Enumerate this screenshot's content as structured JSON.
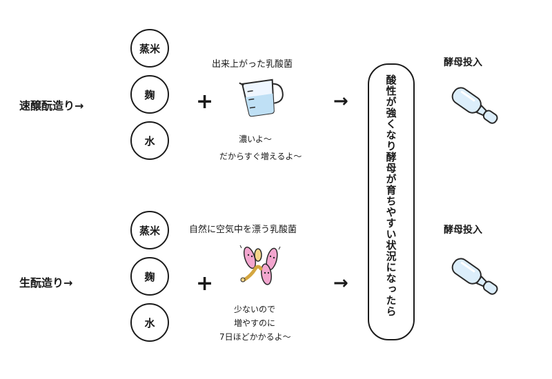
{
  "top_row": {
    "method_label": "速醸酛造り→",
    "ingredients": [
      "蒸米",
      "麹",
      "水"
    ],
    "plus": "+",
    "lactic_caption": "出来上がった乳酸菌",
    "note_line1": "濃いよ〜",
    "note_line2": "だからすぐ増えるよ〜",
    "arrow": "→",
    "yeast_label": "酵母投入"
  },
  "bottom_row": {
    "method_label": "生酛造り→",
    "ingredients": [
      "蒸米",
      "麹",
      "水"
    ],
    "plus": "+",
    "lactic_caption": "自然に空気中を漂う乳酸菌",
    "note_line1": "少ないので",
    "note_line2": "増やすのに",
    "note_line3": "7日ほどかかるよ〜",
    "arrow": "→",
    "yeast_label": "酵母投入"
  },
  "center_bubble": {
    "text": "酸性が強くなり酵母が育ちやすい状況になったら"
  },
  "icons": {
    "lactic_pour": "measuring-cup-icon",
    "wild_bacteria": "bacteria-icon",
    "yeast_ampule": "ampule-icon"
  }
}
